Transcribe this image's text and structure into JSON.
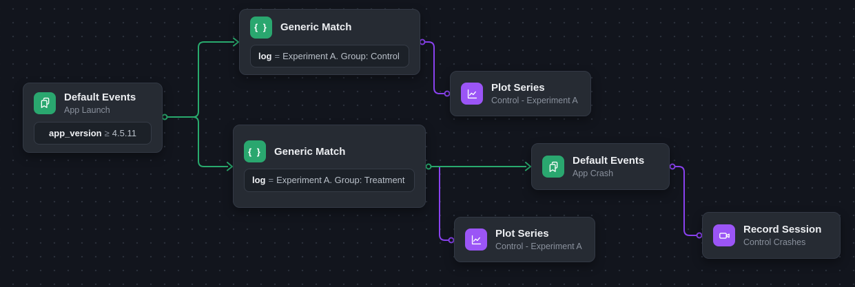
{
  "app": {
    "view": "flow-canvas"
  },
  "colors": {
    "background": "#12151d",
    "grid_dot": "#2a2f3a",
    "node_bg": "#262b33",
    "node_border": "#333945",
    "badge_bg": "#1c2128",
    "edge_green": "#29ab6e",
    "edge_purple": "#8a42f0",
    "icon_green": "#2aa76f",
    "icon_purple": "#9b55f6",
    "title_text": "#eceef1",
    "subtitle_text": "#8a919d"
  },
  "nodes": [
    {
      "id": "default-events-app-launch",
      "icon": "bookmarks-icon",
      "title": "Default Events",
      "subtitle": "App Launch",
      "badge": {
        "key": "app_version",
        "op": "≥",
        "value": "4.5.11"
      }
    },
    {
      "id": "generic-match-control",
      "icon": "braces-icon",
      "title": "Generic Match",
      "braces_glyph": "{ }",
      "badge": {
        "key": "log",
        "op": "=",
        "value": "Experiment A. Group: Control"
      }
    },
    {
      "id": "plot-series-control-experiment-a",
      "icon": "line-chart-icon",
      "title": "Plot Series",
      "subtitle": "Control - Experiment A"
    },
    {
      "id": "generic-match-treatment",
      "icon": "braces-icon",
      "title": "Generic Match",
      "braces_glyph": "{ }",
      "badge": {
        "key": "log",
        "op": "=",
        "value": "Experiment A. Group: Treatment"
      }
    },
    {
      "id": "default-events-app-crash",
      "icon": "bookmarks-icon",
      "title": "Default Events",
      "subtitle": "App Crash"
    },
    {
      "id": "plot-series-control-experiment-a-2",
      "icon": "line-chart-icon",
      "title": "Plot Series",
      "subtitle": "Control - Experiment A"
    },
    {
      "id": "record-session-control-crashes",
      "icon": "video-camera-icon",
      "title": "Record Session",
      "subtitle": "Control Crashes"
    }
  ],
  "edges": [
    {
      "from": "default-events-app-launch",
      "to": "generic-match-control",
      "color": "green"
    },
    {
      "from": "default-events-app-launch",
      "to": "generic-match-treatment",
      "color": "green"
    },
    {
      "from": "generic-match-control",
      "to": "plot-series-control-experiment-a",
      "color": "purple"
    },
    {
      "from": "generic-match-treatment",
      "to": "default-events-app-crash",
      "color": "green"
    },
    {
      "from": "generic-match-treatment",
      "to": "plot-series-control-experiment-a-2",
      "color": "purple"
    },
    {
      "from": "default-events-app-crash",
      "to": "record-session-control-crashes",
      "color": "purple"
    }
  ]
}
